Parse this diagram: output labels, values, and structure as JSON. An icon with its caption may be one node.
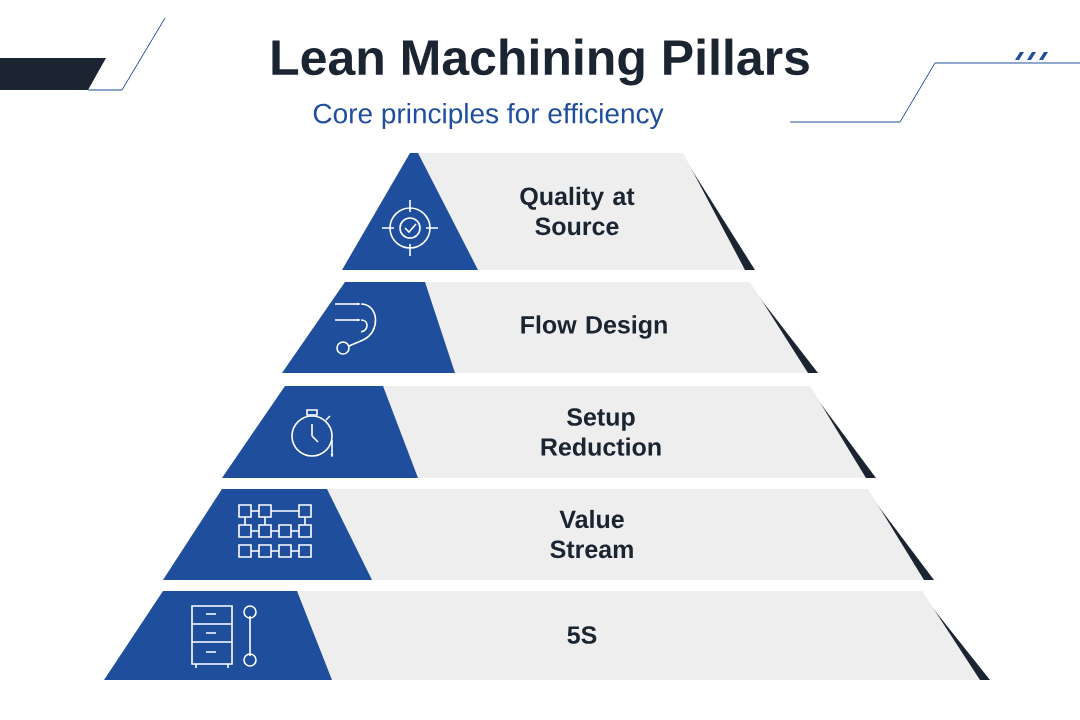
{
  "diagram": {
    "title": "Lean Machining Pillars",
    "nodes": [
      {
        "text": [
          "Quality at Source"
        ]
      },
      {
        "text": [
          "Flow Design"
        ]
      },
      {
        "text": [
          "Setup Reduction"
        ]
      },
      {
        "text": [
          "Value Stream"
        ]
      },
      {
        "text": [
          "5S"
        ]
      }
    ],
    "labels": [
      "Core principles for efficiency"
    ]
  }
}
